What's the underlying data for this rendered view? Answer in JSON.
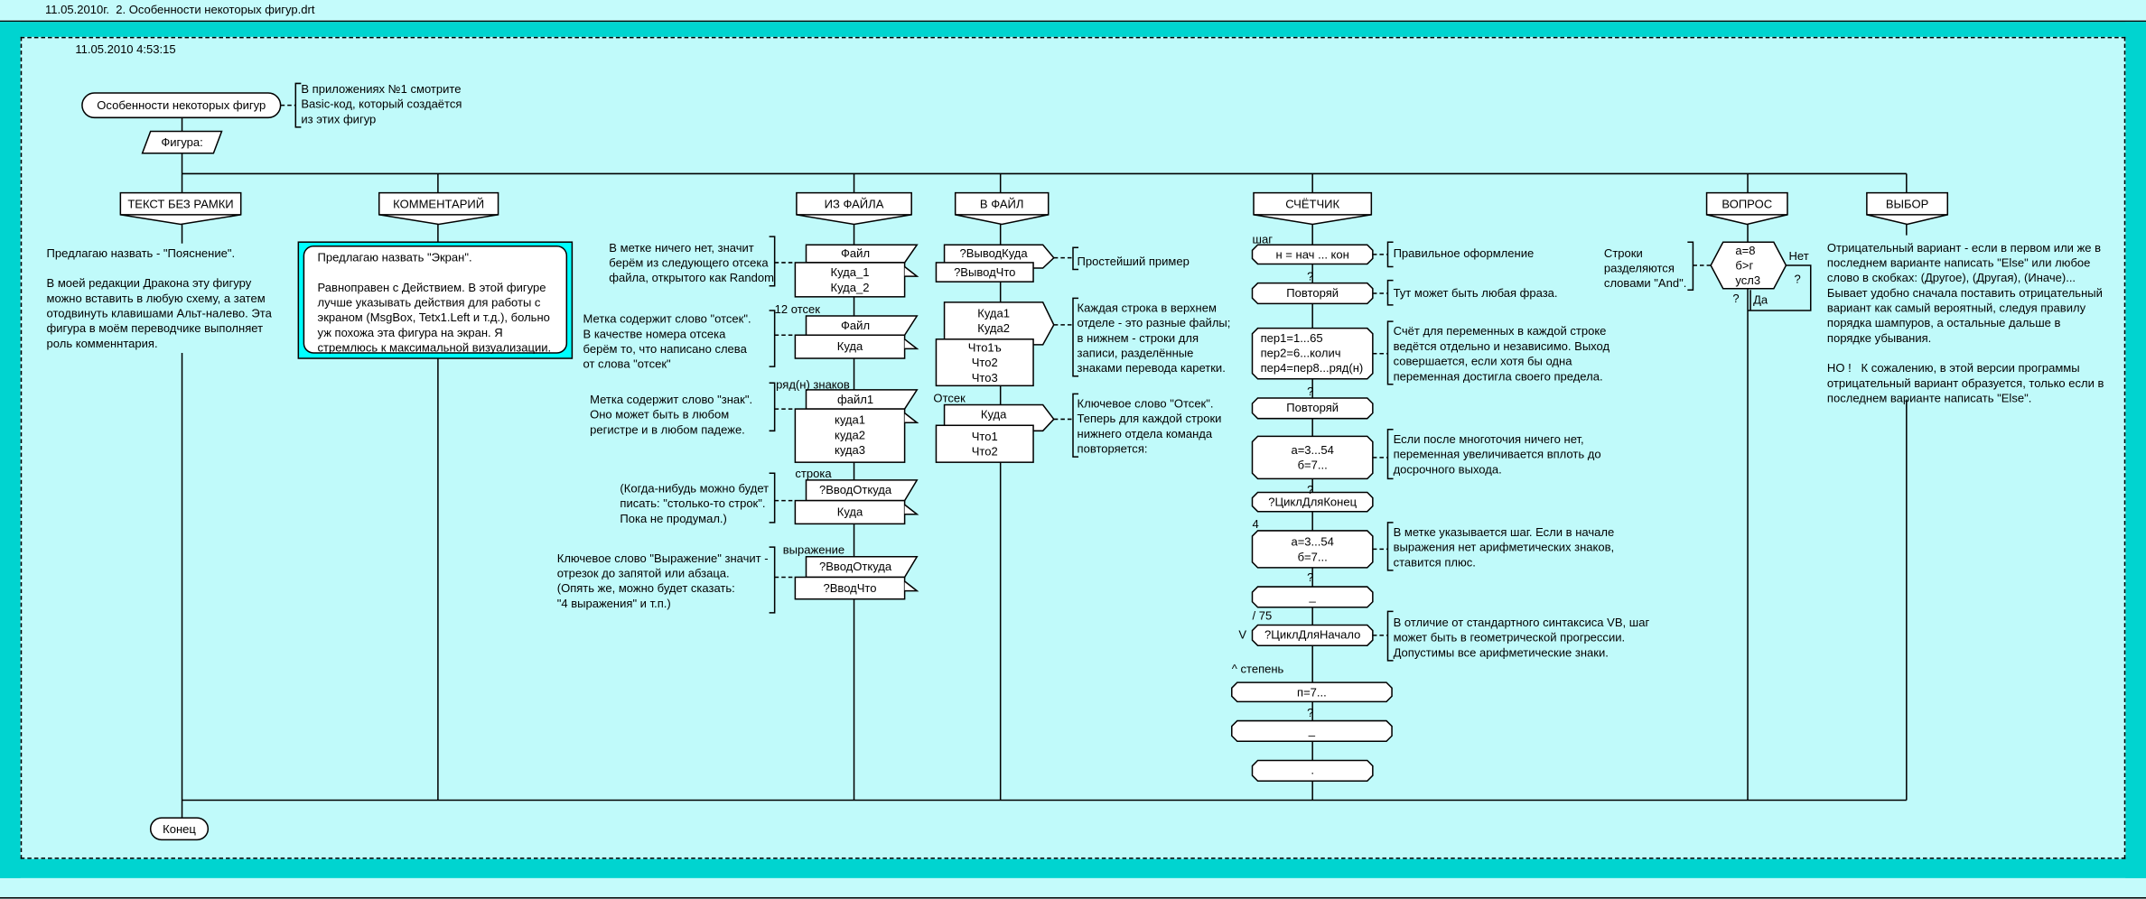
{
  "window": {
    "title": "11.05.2010г.  2. Особенности некоторых фигур.drt"
  },
  "diagram": {
    "timestamp": "11.05.2010 4:53:15",
    "start": "Особенности некоторых фигур",
    "start_comment": "В приложениях №1 смотрите\nBasic-код, который создаётся\nиз этих фигур",
    "switch": "Фигура:",
    "end": "Конец",
    "branches": [
      {
        "header": "ТЕКСТ БЕЗ РАМКИ",
        "text": "Предлагаю назвать - \"Пояснение\".\n\nВ моей редакции Дракона эту фигуру\nможно вставить в любую схему, а затем\nотодвинуть клавишами Альт-налево. Эта\nфигура в моём переводчике выполняет\nроль комменнтария."
      },
      {
        "header": "КОММЕНТАРИЙ",
        "text": "Предлагаю назвать \"Экран\".\n\nРавноправен с Действием. В этой фигуре\nлучше указывать действия для работы с\nэкраном (MsgBox, Tetx1.Left и т.д.), больно\nуж похожа эта фигура на экран. Я\nстремлюсь к максимальной визуализации."
      },
      {
        "header": "ИЗ ФАЙЛА",
        "items": [
          {
            "label": "",
            "top": "Файл",
            "bottom": "Куда_1\nКуда_2",
            "comment": "В метке ничего нет, значит\nберём из следующего отсека\nфайла, открытого как Random"
          },
          {
            "label": "12 отсек",
            "top": "Файл",
            "bottom": "Куда",
            "comment": "Метка содержит слово \"отсек\".\nВ качестве номера отсека\nберём то, что написано слева\nот слова \"отсек\""
          },
          {
            "label": "ряд(н) знаков",
            "top": "файл1",
            "bottom": "куда1\nкуда2\nкуда3",
            "comment": "Метка содержит слово \"знак\".\nОно может быть в любом\nрегистре и в любом падеже."
          },
          {
            "label": "строка",
            "top": "?ВводОткуда",
            "bottom": "Куда",
            "comment": "(Когда-нибудь можно будет\nписать: \"столько-то строк\".\nПока не продумал.)"
          },
          {
            "label": "выражение",
            "top": "?ВводОткуда",
            "bottom": "?ВводЧто",
            "comment": "Ключевое слово \"Выражение\" значит -\nотрезок до запятой или абзаца.\n(Опять же, можно будет сказать:\n\"4 выражения\" и т.п.)"
          }
        ]
      },
      {
        "header": "В ФАЙЛ",
        "items": [
          {
            "label": "",
            "top": "?ВыводКуда",
            "bottom": "?ВыводЧто",
            "comment": "Простейший пример"
          },
          {
            "label": "",
            "top": "Куда1\nКуда2",
            "bottom": "Что1ъ\nЧто2\nЧто3",
            "comment": "Каждая строка в верхнем\nотделе - это разные файлы;\nв нижнем - строки для\nзаписи, разделённые\nзнаками перевода каретки."
          },
          {
            "label": "Отсек",
            "top": "Куда",
            "bottom": "Что1\nЧто2",
            "comment": "Ключевое слово \"Отсек\".\nТеперь для каждой строки\nнижнего отдела команда\nповторяется:"
          }
        ]
      },
      {
        "header": "СЧЁТЧИК",
        "nodes": [
          {
            "label": "шаг",
            "text": "н = нач ... кон",
            "comment": "Правильное оформление"
          },
          {
            "label": "?",
            "text": "Повторяй",
            "comment": "Тут может быть любая фраза."
          },
          {
            "label": "",
            "text": "пер1=1...65\nпер2=6...колич\nпер4=пер8...ряд(н)",
            "comment": "Счёт для переменных в каждой строке\nведётся отдельно и независимо. Выход\nсовершается, если хотя бы одна\nпеременная достигла своего предела."
          },
          {
            "label": "?",
            "text": "Повторяй",
            "comment": ""
          },
          {
            "label": "",
            "text": "а=3...54\nб=7...",
            "comment": "Если после многоточия ничего нет,\nпеременная увеличивается вплоть до\nдосрочного выхода."
          },
          {
            "label": "?",
            "text": "?ЦиклДляКонец",
            "comment": ""
          },
          {
            "label": "4",
            "text": "а=3...54\nб=7...",
            "comment": "В метке указывается шаг. Если в начале\nвыражения нет арифметических знаков,\nставится плюс."
          },
          {
            "label": "?",
            "text": "_",
            "comment": ""
          },
          {
            "label": "/ 75",
            "marker": "V",
            "text": "?ЦиклДляНачало",
            "comment": "В отличие от стандартного синтаксиса VB, шаг\nможет быть в геометрической прогрессии.\nДопустимы все арифметические знаки."
          },
          {
            "label": "^ степень",
            "text": "п=7...",
            "comment": ""
          },
          {
            "label": "?",
            "text": "_",
            "comment": ""
          },
          {
            "label": "",
            "text": ".",
            "comment": ""
          }
        ]
      },
      {
        "header": "ВОПРОС",
        "condition": "а=8\nб>г\nусл3",
        "no": "Нет",
        "yes": "Да",
        "q_right": "?",
        "q_left": "?",
        "comment": "Строки\nразделяются\nсловами \"And\"."
      },
      {
        "header": "ВЫБОР",
        "text": "Отрицательный вариант - если в первом или же в\nпоследнем варианте написать \"Else\" или любое\nслово в скобках: (Другое), (Другая), (Иначе)...\nБывает удобно сначала поставить отрицательный\nвариант как самый вероятный, следуя правилу\nпорядка шампуров, а остальные дальше в\nпорядке убывания.\n\nНО !   К сожалению, в этой версии программы\nотрицательный вариант образуется, только если в\nпоследнем варианте написать \"Else\"."
      }
    ]
  }
}
